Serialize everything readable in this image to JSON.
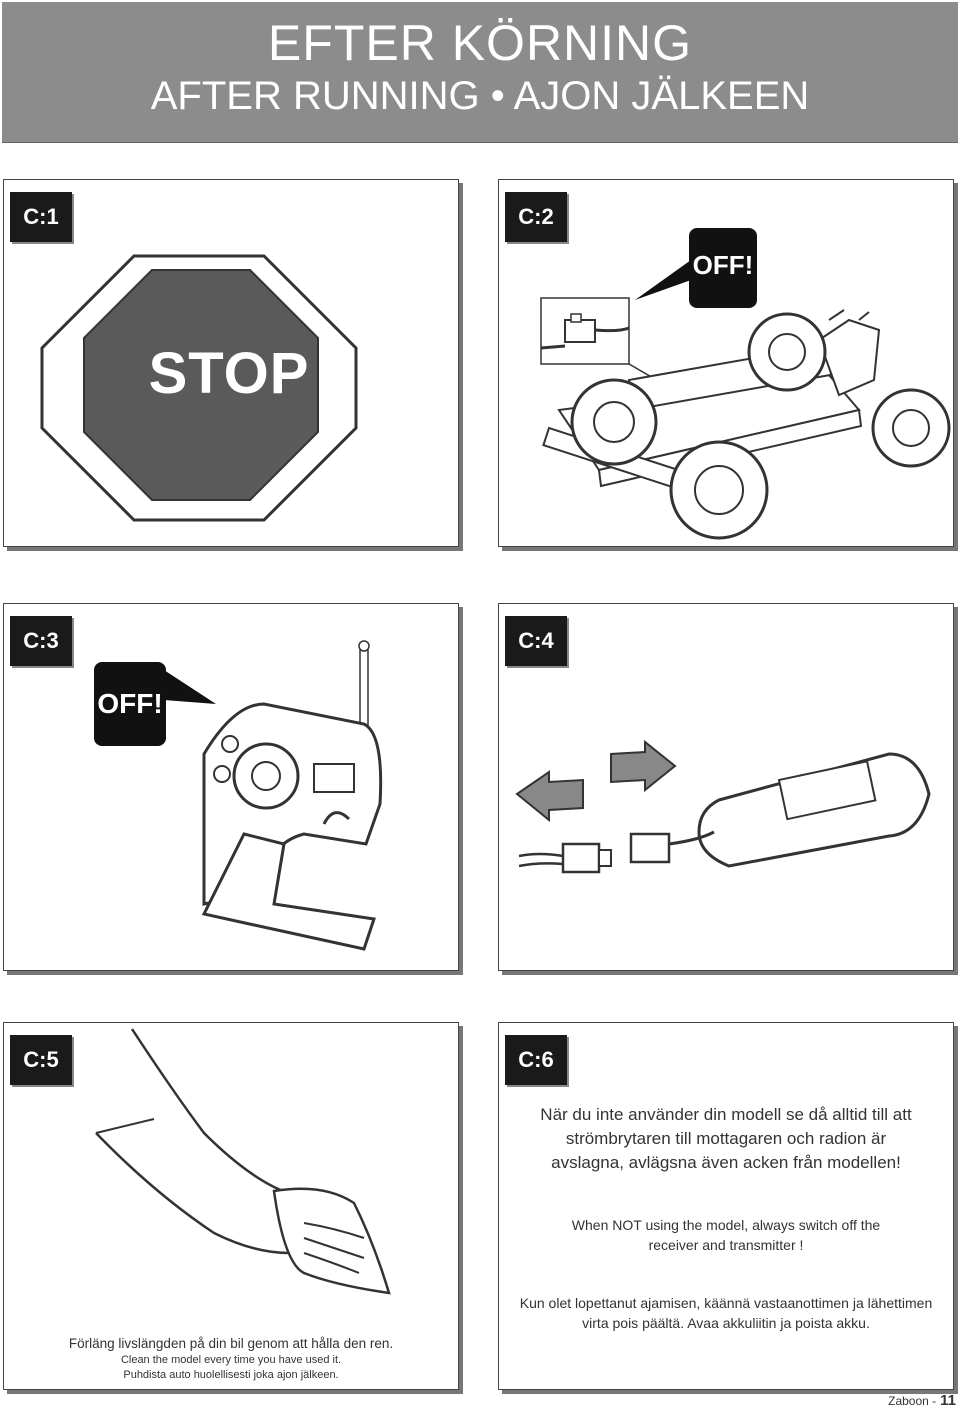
{
  "header": {
    "title_line1": "EFTER KÖRNING",
    "title_line2": "AFTER RUNNING • AJON JÄLKEEN"
  },
  "panels": [
    {
      "label": "C:1",
      "sign_text": "STOP"
    },
    {
      "label": "C:2",
      "callout": "OFF!"
    },
    {
      "label": "C:3",
      "callout": "OFF!"
    },
    {
      "label": "C:4"
    },
    {
      "label": "C:5",
      "text_sv": "Förläng livslängden på din bil genom att hålla den ren.",
      "text_en": "Clean the model every time you have used it.",
      "text_fi": "Puhdista auto huolellisesti joka ajon jälkeen."
    },
    {
      "label": "C:6",
      "text_sv": "När du inte använder din modell se då alltid till att strömbrytaren till mottagaren och radion är avslagna, avlägsna även acken från modellen!",
      "text_en": "When NOT using the model, always switch off the receiver and transmitter !",
      "text_fi": "Kun olet lopettanut ajamisen, käännä vastaanottimen ja lähettimen virta pois päältä. Avaa akkuliitin ja poista akku."
    }
  ],
  "footer": {
    "brand": "Zaboon -",
    "page": "11"
  },
  "colors": {
    "banner": "#8c8c8c",
    "tag": "#1a1a1a",
    "stop_fill": "#5a5a5a"
  }
}
